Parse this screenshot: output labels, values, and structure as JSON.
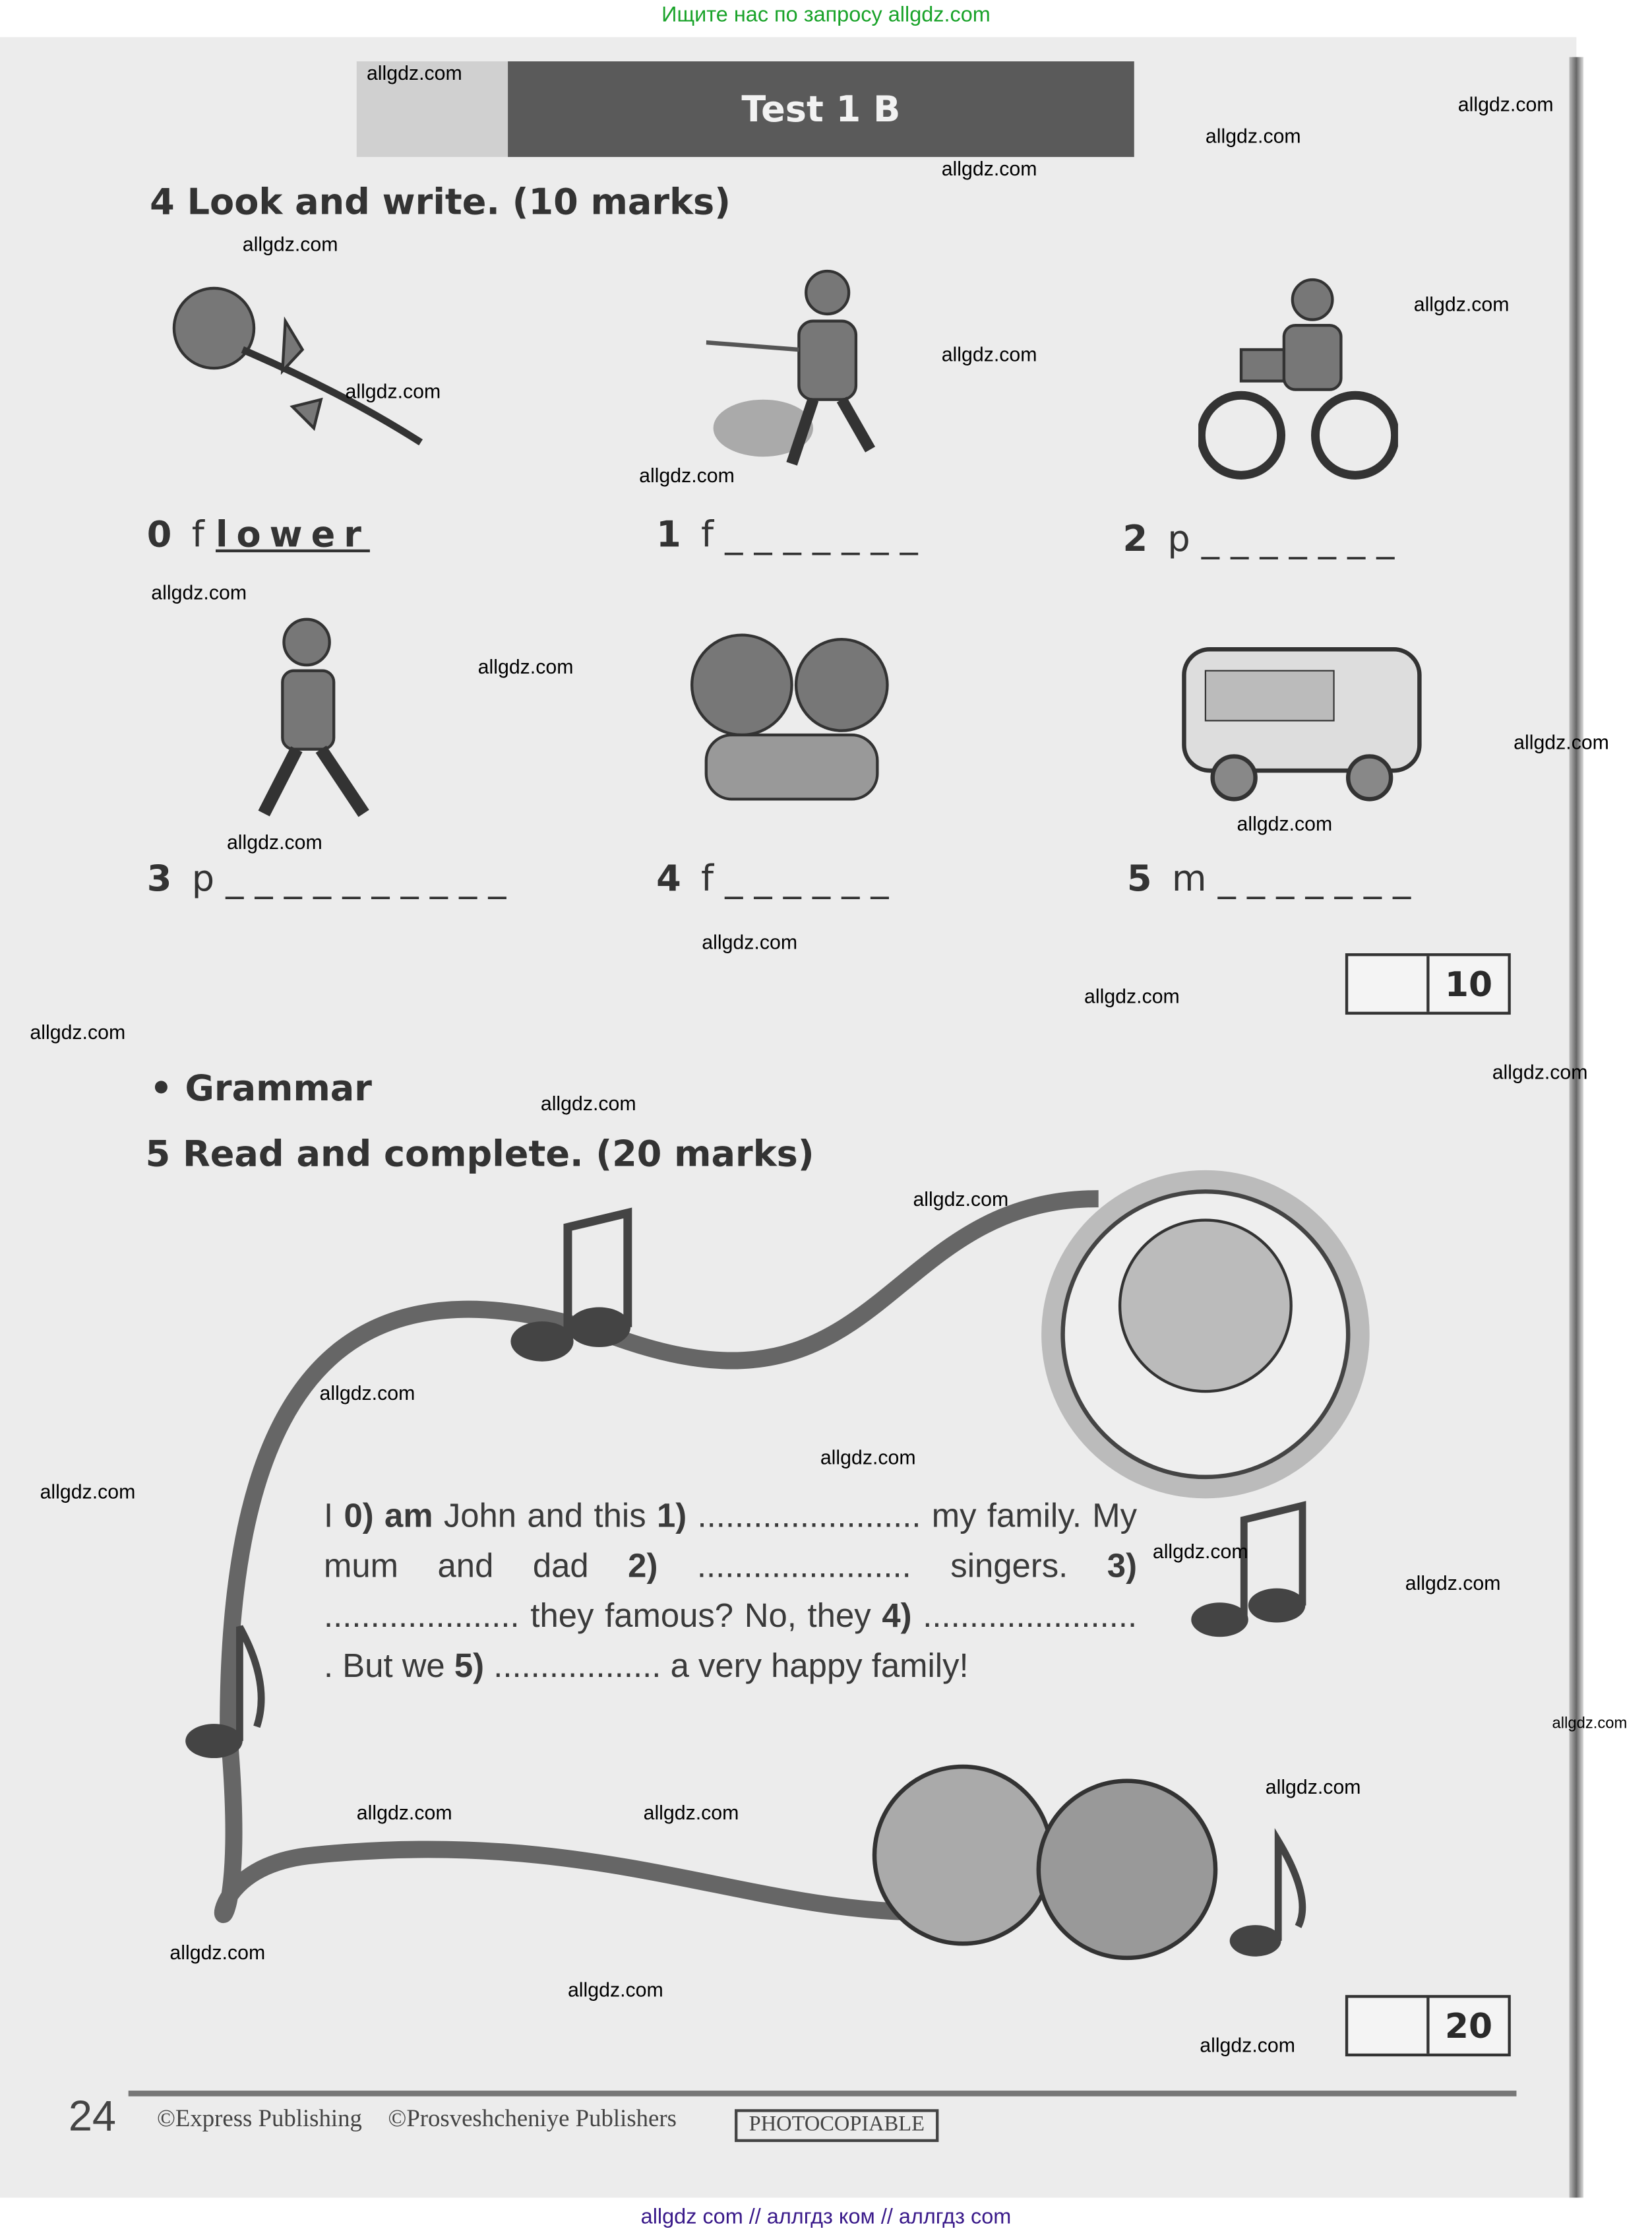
{
  "top_banner": "Ищите нас по запросу allgdz.com",
  "bottom_banner": "allgdz com  //  аллгдз ком  //  аллгдз com",
  "header": {
    "title": "Test 1 B"
  },
  "exercise4": {
    "title": "4  Look and write. (10 marks)",
    "items": [
      {
        "num": "0",
        "prefix": "f",
        "answer": "lower"
      },
      {
        "num": "1",
        "prefix": "f",
        "blanks": "_ _ _ _ _ _ _"
      },
      {
        "num": "2",
        "prefix": "p",
        "blanks": "_ _ _ _ _ _ _"
      },
      {
        "num": "3",
        "prefix": "p",
        "blanks": "_ _ _ _ _ _ _ _ _ _"
      },
      {
        "num": "4",
        "prefix": "f",
        "blanks": "_ _ _ _ _ _"
      },
      {
        "num": "5",
        "prefix": "m",
        "blanks": "_ _ _ _ _ _ _"
      }
    ],
    "score_max": "10"
  },
  "section": "Grammar",
  "exercise5": {
    "title": "5  Read and complete. (20 marks)",
    "text": {
      "s0a": "I ",
      "n0": "0)",
      "a0": "am",
      "s1": " John  and  this ",
      "n1": "1)",
      "d1": " ........................ ",
      "s2": "my family. My mum and dad ",
      "n2": "2)",
      "d2": " ....................... ",
      "s3": "singers. ",
      "n3": "3)",
      "d3": " ..................... ",
      "s3b": "they famous? No, they ",
      "n4": "4)",
      "d4": " ....................... ",
      "s4": ". But we ",
      "n5": "5)",
      "d5": " .................. ",
      "s5": "a very happy family!"
    },
    "score_max": "20"
  },
  "footer": {
    "page_number": "24",
    "publisher1": "©Express Publishing",
    "publisher2": "©Prosveshcheniye Publishers",
    "badge": "PHOTOCOPIABLE"
  },
  "watermarks": [
    "allgdz.com",
    "allgdz.com",
    "allgdz.com",
    "allgdz.com",
    "allgdz.com",
    "allgdz.com",
    "allgdz.com",
    "allgdz.com",
    "allgdz.com",
    "allgdz.com",
    "allgdz.com",
    "allgdz.com",
    "allgdz.com",
    "allgdz.com",
    "allgdz.com",
    "allgdz.com",
    "allgdz.com",
    "allgdz.com",
    "allgdz.com",
    "allgdz.com",
    "allgdz.com",
    "allgdz.com",
    "allgdz.com",
    "allgdz.com",
    "allgdz.com",
    "allgdz.com",
    "allgdz.com",
    "allgdz.com",
    "allgdz.com",
    "allgdz.com",
    "allgdz.com",
    "allgdz.com"
  ]
}
